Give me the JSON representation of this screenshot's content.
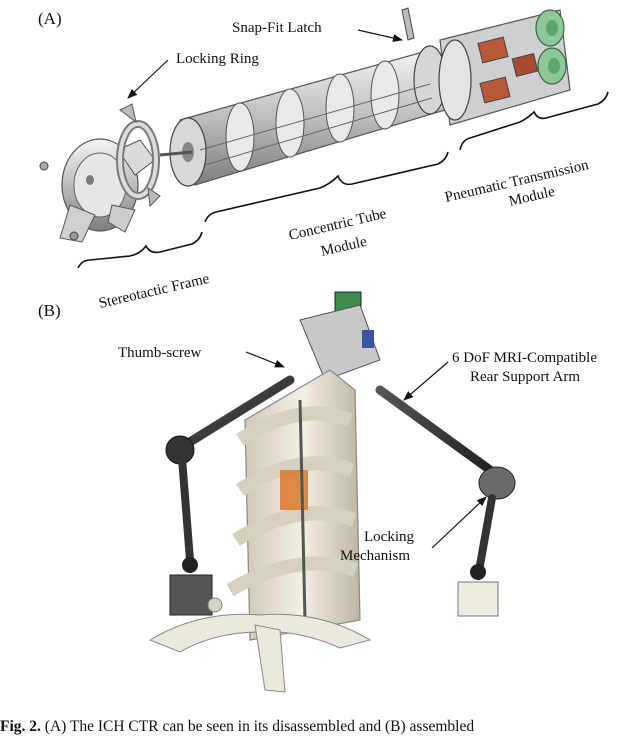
{
  "panel_a": {
    "letter": "(A)",
    "labels": {
      "snap_fit_latch": "Snap-Fit Latch",
      "locking_ring": "Locking Ring",
      "pneumatic_line1": "Pneumatic Transmission",
      "pneumatic_line2": "Module",
      "concentric_line1": "Concentric Tube",
      "concentric_line2": "Module",
      "stereotactic_frame": "Stereotactic Frame"
    }
  },
  "panel_b": {
    "letter": "(B)",
    "labels": {
      "thumb_screw": "Thumb-screw",
      "arm_line1": "6 DoF MRI-Compatible",
      "arm_line2": "Rear Support Arm",
      "locking_line1": "Locking",
      "locking_line2": "Mechanism"
    }
  },
  "caption": {
    "prefix": "Fig. 2.",
    "text": " (A) The ICH CTR can be seen in its disassembled and (B) assembled"
  },
  "colors": {
    "frame_plastic": "#ece8dd",
    "metal": "#c9c9c9",
    "dark_arm": "#3a3a3a",
    "green_valve": "#5aa86a",
    "orange_part": "#d9782a",
    "blue_part": "#3a55a0"
  }
}
